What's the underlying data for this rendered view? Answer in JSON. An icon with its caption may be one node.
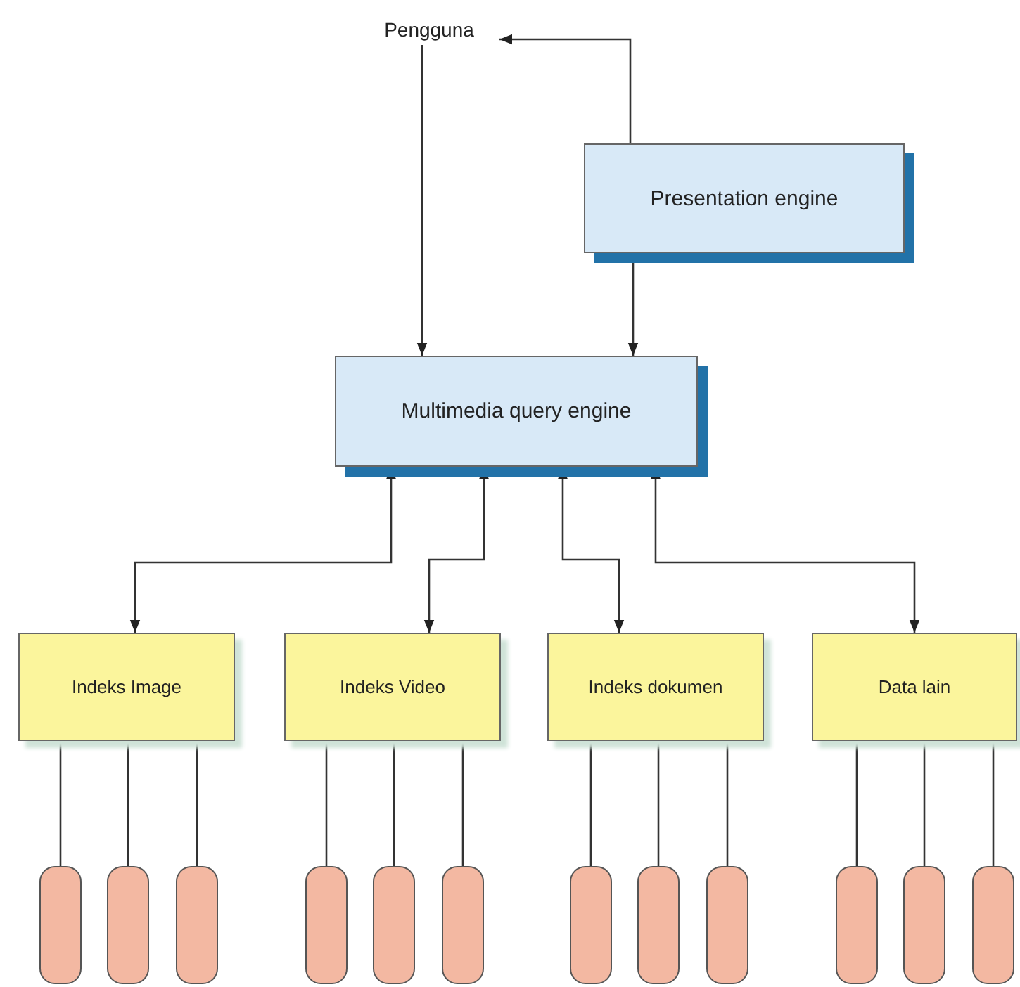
{
  "diagram": {
    "nodes": [
      {
        "text": [
          "Pengguna"
        ]
      },
      {
        "text": [
          "Presentation engine"
        ]
      },
      {
        "text": [
          "Multimedia query engine"
        ]
      },
      {
        "text": [
          "Indeks Image"
        ]
      },
      {
        "text": [
          "Indeks Video"
        ]
      },
      {
        "text": [
          "Indeks dokumen"
        ]
      },
      {
        "text": [
          "Data lain"
        ]
      },
      {
        "text": [],
        "shape": "box"
      },
      {
        "text": [],
        "shape": "box"
      },
      {
        "text": [],
        "shape": "box"
      },
      {
        "text": [],
        "shape": "box"
      },
      {
        "text": [],
        "shape": "box"
      },
      {
        "text": [],
        "shape": "box"
      },
      {
        "text": [],
        "shape": "box"
      },
      {
        "text": [],
        "shape": "box"
      },
      {
        "text": [],
        "shape": "box"
      },
      {
        "text": [],
        "shape": "box"
      },
      {
        "text": [],
        "shape": "box"
      },
      {
        "text": [],
        "shape": "box"
      }
    ],
    "edges": [
      {
        "from": 0,
        "to": 2,
        "arrow": "to"
      },
      {
        "from": 1,
        "to": 0,
        "arrow": "to"
      },
      {
        "from": 1,
        "to": 2,
        "arrow": "to"
      },
      {
        "from": 2,
        "to": 3,
        "arrow": "both"
      },
      {
        "from": 2,
        "to": 4,
        "arrow": "both"
      },
      {
        "from": 2,
        "to": 5,
        "arrow": "both"
      },
      {
        "from": 2,
        "to": 6,
        "arrow": "both"
      },
      {
        "from": 3,
        "to": 7,
        "arrow": "none"
      },
      {
        "from": 3,
        "to": 8,
        "arrow": "none"
      },
      {
        "from": 3,
        "to": 9,
        "arrow": "none"
      },
      {
        "from": 4,
        "to": 10,
        "arrow": "none"
      },
      {
        "from": 4,
        "to": 11,
        "arrow": "none"
      },
      {
        "from": 4,
        "to": 12,
        "arrow": "none"
      },
      {
        "from": 5,
        "to": 13,
        "arrow": "none"
      },
      {
        "from": 5,
        "to": 14,
        "arrow": "none"
      },
      {
        "from": 5,
        "to": 15,
        "arrow": "none"
      },
      {
        "from": 6,
        "to": 16,
        "arrow": "none"
      },
      {
        "from": 6,
        "to": 17,
        "arrow": "none"
      },
      {
        "from": 6,
        "to": 18,
        "arrow": "none"
      }
    ]
  }
}
